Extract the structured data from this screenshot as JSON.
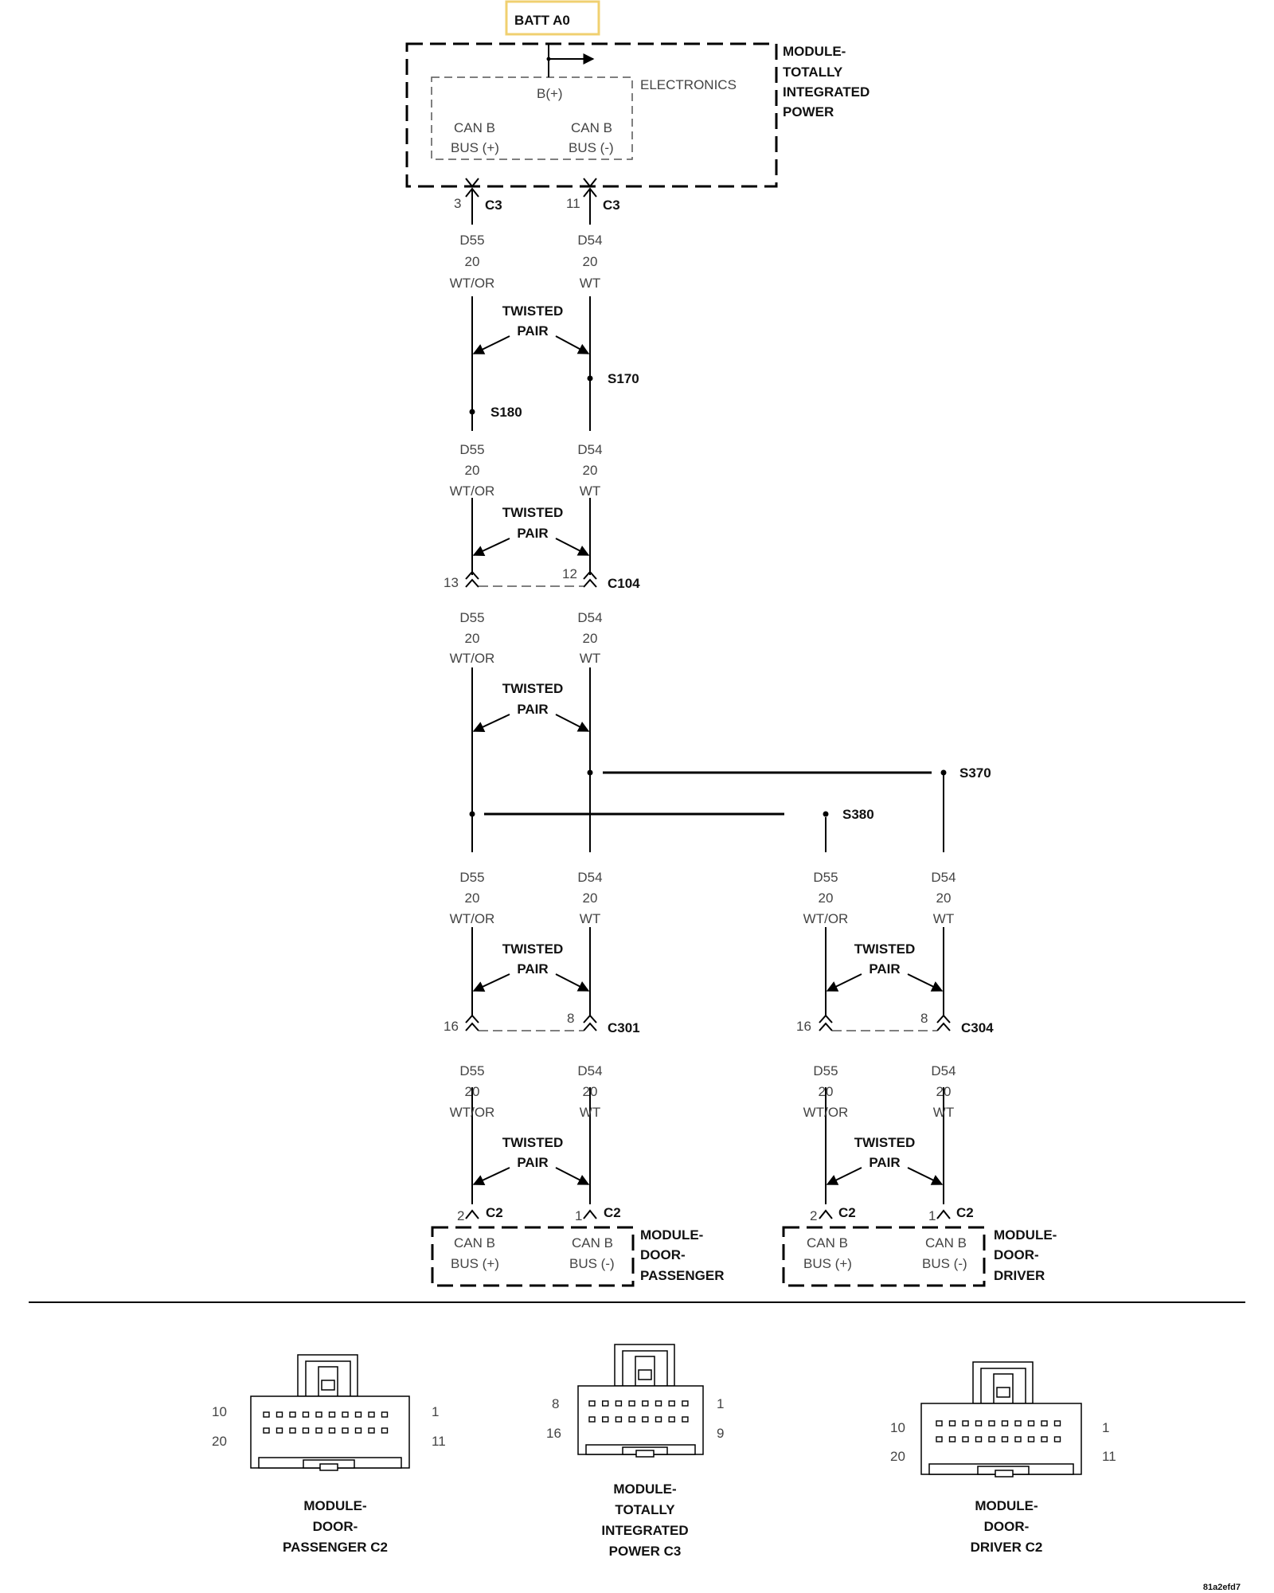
{
  "battery_label": "BATT A0",
  "tipm": {
    "label": [
      "MODULE-",
      "TOTALLY",
      "INTEGRATED",
      "POWER"
    ],
    "electronics": "ELECTRONICS",
    "bplus": "B(+)",
    "can_plus": [
      "CAN B",
      "BUS (+)"
    ],
    "can_minus": [
      "CAN B",
      "BUS (-)"
    ],
    "pin_plus": "3",
    "pin_minus": "11",
    "connector": "C3"
  },
  "wires": {
    "d55": [
      "D55",
      "20",
      "WT/OR"
    ],
    "d54": [
      "D54",
      "20",
      "WT"
    ]
  },
  "twisted_pair": [
    "TWISTED",
    "PAIR"
  ],
  "splices": {
    "s170": "S170",
    "s180": "S180",
    "s370": "S370",
    "s380": "S380"
  },
  "c104": {
    "name": "C104",
    "pin_plus": "13",
    "pin_minus": "12"
  },
  "c301": {
    "name": "C301",
    "pin_plus": "16",
    "pin_minus": "8"
  },
  "c304": {
    "name": "C304",
    "pin_plus": "16",
    "pin_minus": "8"
  },
  "passenger_module": {
    "label": [
      "MODULE-",
      "DOOR-",
      "PASSENGER"
    ],
    "connector": "C2",
    "pin_plus": "2",
    "pin_minus": "1",
    "can_plus": [
      "CAN B",
      "BUS (+)"
    ],
    "can_minus": [
      "CAN B",
      "BUS (-)"
    ]
  },
  "driver_module": {
    "label": [
      "MODULE-",
      "DOOR-",
      "DRIVER"
    ],
    "connector": "C2",
    "pin_plus": "2",
    "pin_minus": "1",
    "can_plus": [
      "CAN B",
      "BUS (+)"
    ],
    "can_minus": [
      "CAN B",
      "BUS (-)"
    ]
  },
  "connector_views": [
    {
      "label": [
        "MODULE-",
        "DOOR-",
        "PASSENGER C2"
      ],
      "pins": {
        "top_left": "10",
        "bottom_left": "20",
        "top_right": "1",
        "bottom_right": "11"
      }
    },
    {
      "label": [
        "MODULE-",
        "TOTALLY",
        "INTEGRATED",
        "POWER C3"
      ],
      "pins": {
        "top_left": "8",
        "bottom_left": "16",
        "top_right": "1",
        "bottom_right": "9"
      }
    },
    {
      "label": [
        "MODULE-",
        "DOOR-",
        "DRIVER C2"
      ],
      "pins": {
        "top_left": "10",
        "bottom_left": "20",
        "top_right": "1",
        "bottom_right": "11"
      }
    }
  ],
  "footer_code": "81a2efd7"
}
